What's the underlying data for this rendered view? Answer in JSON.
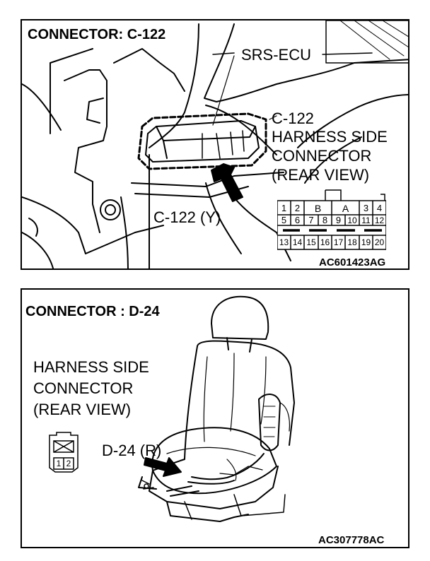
{
  "panel1": {
    "title": "CONNECTOR: C-122",
    "ecu_label": "SRS-ECU",
    "connector_id": "C-122",
    "harness_line1": "HARNESS SIDE",
    "harness_line2": "CONNECTOR",
    "harness_line3": "(REAR VIEW)",
    "connector_color_label": "C-122 (Y)",
    "figure_code": "AC601423AG",
    "pins_row1": [
      "1",
      "2",
      "B",
      "A",
      "3",
      "4"
    ],
    "pins_row2": [
      "5",
      "6",
      "7",
      "8",
      "9",
      "10",
      "11",
      "12"
    ],
    "pins_row3": [
      "13",
      "14",
      "15",
      "16",
      "17",
      "18",
      "19",
      "20"
    ]
  },
  "panel2": {
    "title": "CONNECTOR : D-24",
    "harness_line1": "HARNESS SIDE",
    "harness_line2": "CONNECTOR",
    "harness_line3": "(REAR VIEW)",
    "connector_color_label": "D-24 (R)",
    "figure_code": "AC307778AC",
    "pins": [
      "1",
      "2"
    ]
  }
}
